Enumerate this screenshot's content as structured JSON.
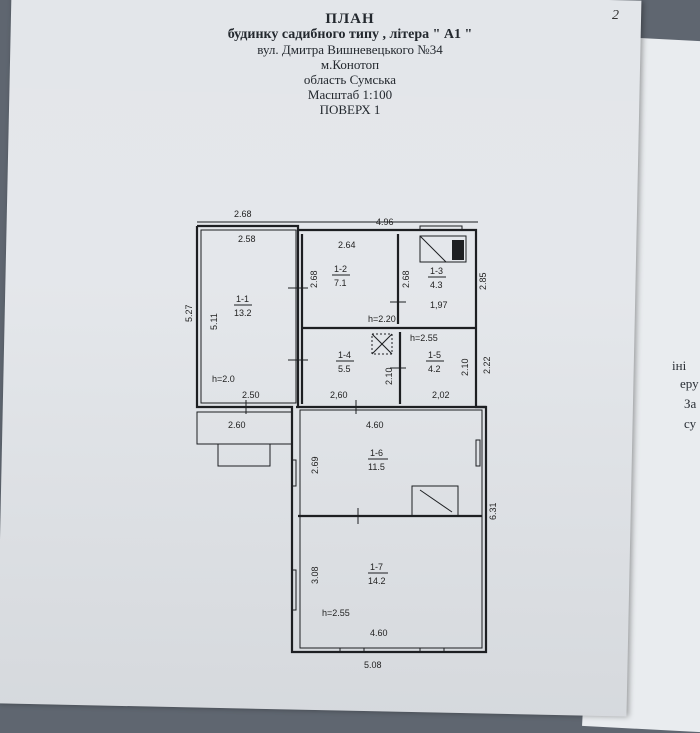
{
  "document": {
    "title": "ПЛАН",
    "subtitle": "будинку садибного типу , літера \" А1  \"",
    "address": "вул. Дмитра Вишневецького №34",
    "city": "м.Конотоп",
    "region": "область Сумська",
    "scale": "Масштаб 1:100",
    "floor": "ПОВЕРХ 1",
    "page_number": "2"
  },
  "dimensions": {
    "top_left": "2.68",
    "top_right": "4.96",
    "left_outer": "5.27",
    "left_inner": "5.11",
    "room1_top": "2.58",
    "room1_bottom": "2.50",
    "room1_height": "h=2.0",
    "porch_width": "2.60",
    "room2_top": "2.64",
    "room2_side": "2.68",
    "room3_side": "2.68",
    "right_upper": "2.85",
    "room3_bottom": "1,97",
    "room2_height": "h=2.20",
    "room5_height": "h=2.55",
    "room4_side": "2.10",
    "room5_side": "2.10",
    "right_middle": "2.22",
    "hall_bottom_left": "2,60",
    "room5_bottom": "2,02",
    "room6_top": "4.60",
    "room6_side": "2.69",
    "right_lower": "6.31",
    "room7_side": "3.08",
    "room7_height": "h=2.55",
    "room7_bottom": "4.60",
    "bottom_outer": "5.08"
  },
  "rooms": [
    {
      "id": "1-1",
      "area": "13.2"
    },
    {
      "id": "1-2",
      "area": "7.1"
    },
    {
      "id": "1-3",
      "area": "4.3"
    },
    {
      "id": "1-4",
      "area": "5.5"
    },
    {
      "id": "1-5",
      "area": "4.2"
    },
    {
      "id": "1-6",
      "area": "11.5"
    },
    {
      "id": "1-7",
      "area": "14.2"
    }
  ],
  "background_sheet": {
    "line1": "іні",
    "line2": "еру",
    "line3": "За",
    "line4": "су"
  }
}
